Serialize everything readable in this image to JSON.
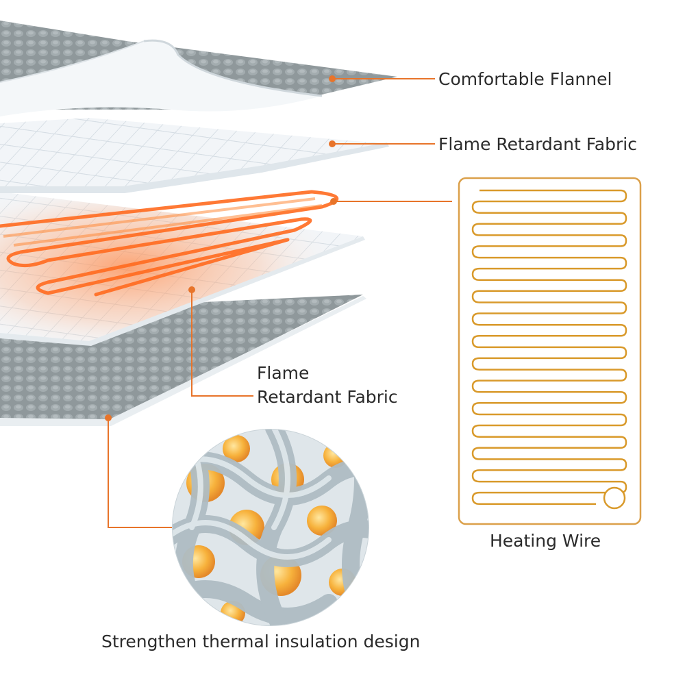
{
  "colors": {
    "accent_orange": "#e8742a",
    "flannel_gray": "#8e979a",
    "fabric_white": "#f3f6f8",
    "heating_wire_gold": "#d99a2b"
  },
  "labels": {
    "comfortable_flannel": "Comfortable Flannel",
    "flame_retardant_fabric_top": "Flame Retardant Fabric",
    "flame_retardant_fabric_lower_line1": "Flame",
    "flame_retardant_fabric_lower_line2": "Retardant Fabric",
    "heating_wire": "Heating Wire",
    "thermal_insulation": "Strengthen thermal insulation design"
  },
  "icons": {
    "heating_wire_panel": "serpentine-heating-wire-icon",
    "insulation_closeup": "thermal-mesh-closeup-icon"
  }
}
